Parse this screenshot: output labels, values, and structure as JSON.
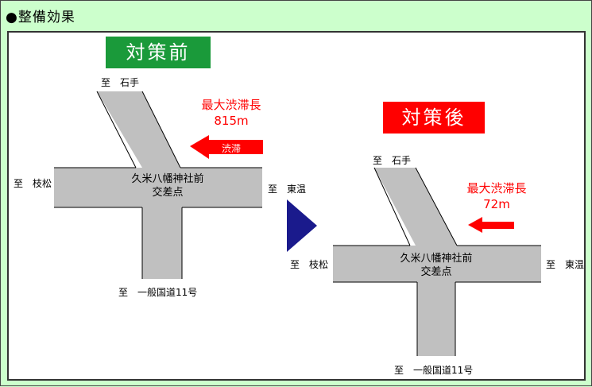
{
  "header": {
    "title": "●整備効果"
  },
  "before": {
    "badge": "対策前",
    "to_north": "至　石手",
    "to_west": "至　枝松",
    "to_east": "至　東温",
    "to_south": "至　一般国道11号",
    "intersection_line1": "久米八幡神社前",
    "intersection_line2": "交差点",
    "max_queue_label": "最大渋滞長",
    "max_queue_value": "815m",
    "arrow_label": "渋滞"
  },
  "after": {
    "badge": "対策後",
    "to_north": "至　石手",
    "to_west": "至　枝松",
    "to_east": "至　東温",
    "to_south": "至　一般国道11号",
    "intersection_line1": "久米八幡神社前",
    "intersection_line2": "交差点",
    "max_queue_label": "最大渋滞長",
    "max_queue_value": "72m"
  },
  "colors": {
    "road": "#c0c0c0",
    "queue_red": "#ff0000",
    "before_badge": "#1a9a3a",
    "after_badge": "#ff0000",
    "transition_arrow": "#1a1a8c",
    "background": "#ccffcc"
  }
}
